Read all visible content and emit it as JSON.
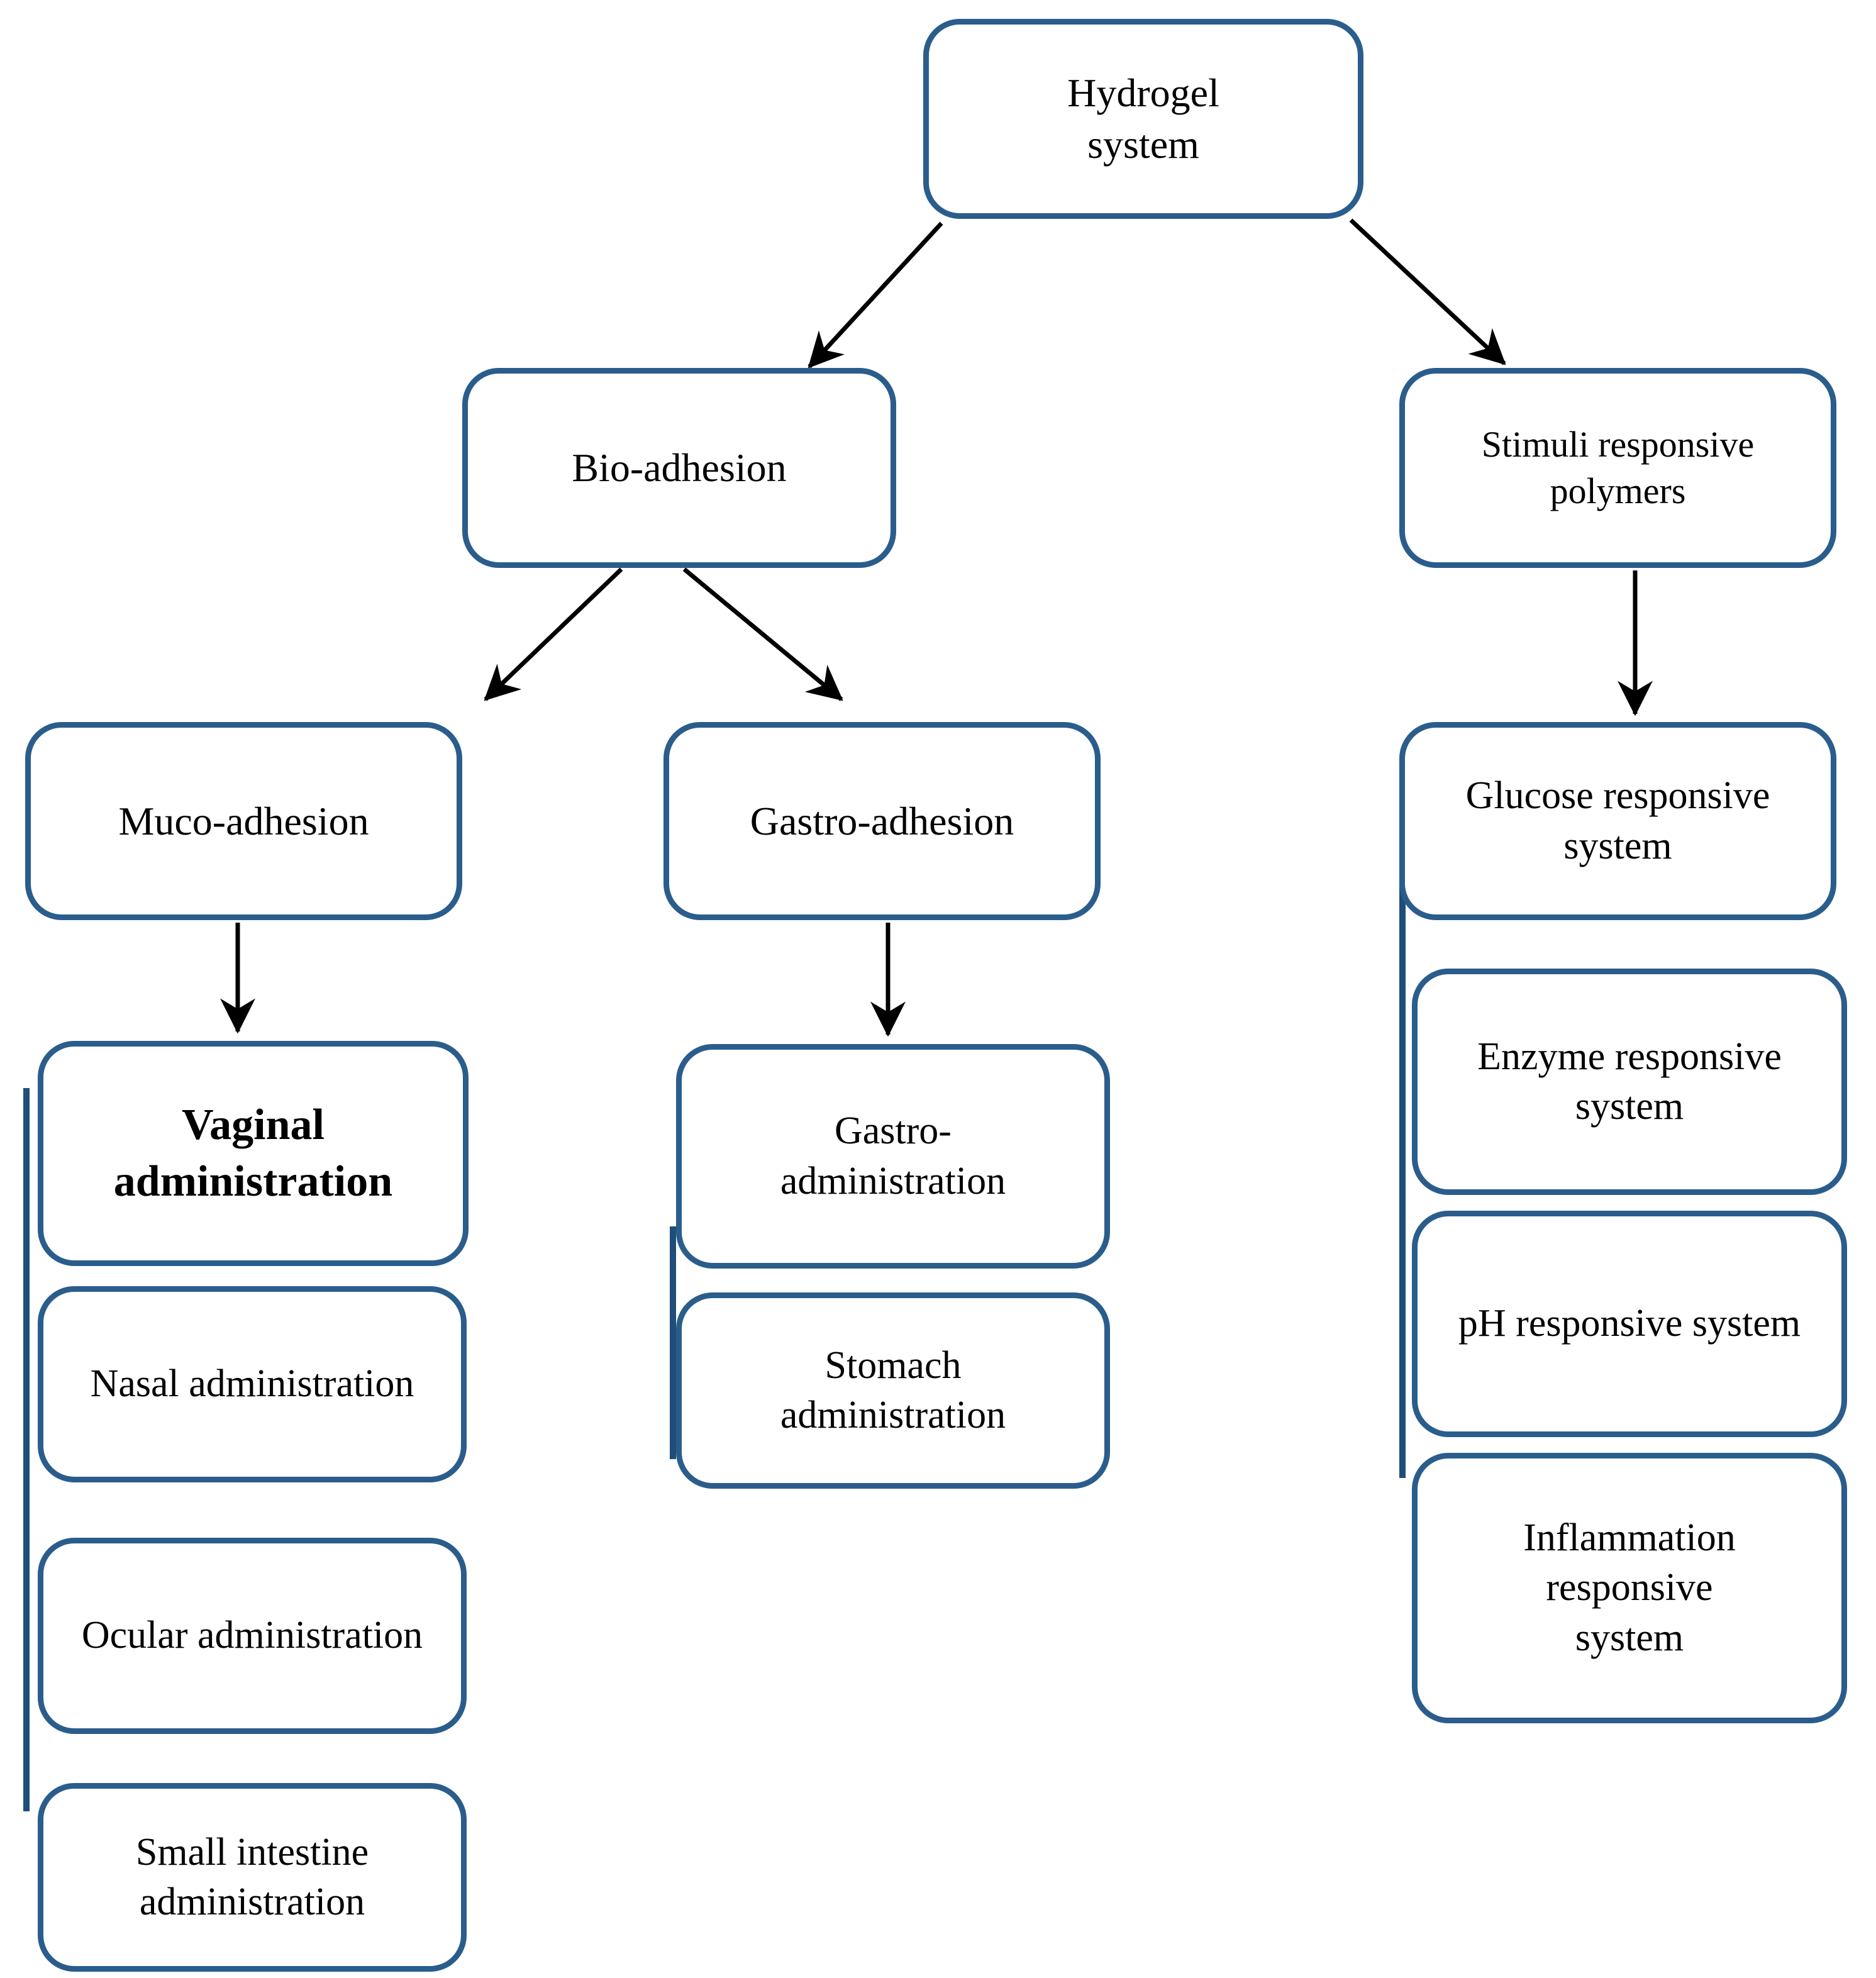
{
  "diagram": {
    "title": "Hydrogel system classification flowchart",
    "colors": {
      "box_border": "#2a5d8c",
      "bracket_line": "#1f4e79",
      "arrow": "#000000",
      "text": "#000000",
      "background": "#ffffff"
    },
    "nodes": {
      "hydrogel": {
        "label": "Hydrogel system"
      },
      "bio_adhesion": {
        "label": "Bio-adhesion"
      },
      "stimuli": {
        "label": "Stimuli responsive polymers"
      },
      "muco": {
        "label": "Muco-adhesion"
      },
      "gastro_adhesion": {
        "label": "Gastro-adhesion"
      },
      "glucose": {
        "label": "Glucose responsive system"
      },
      "vaginal": {
        "label": "Vaginal administration"
      },
      "nasal": {
        "label": "Nasal administration"
      },
      "ocular": {
        "label": "Ocular administration"
      },
      "small_intestine": {
        "label": "Small intestine administration"
      },
      "gastro_admin": {
        "label": "Gastro-administration"
      },
      "stomach": {
        "label": "Stomach administration"
      },
      "enzyme": {
        "label": "Enzyme responsive system"
      },
      "ph": {
        "label": "pH responsive system"
      },
      "inflammation": {
        "label": "Inflammation responsive system"
      }
    },
    "edges": [
      {
        "from": "hydrogel",
        "to": "bio_adhesion"
      },
      {
        "from": "hydrogel",
        "to": "stimuli"
      },
      {
        "from": "bio_adhesion",
        "to": "muco"
      },
      {
        "from": "bio_adhesion",
        "to": "gastro_adhesion"
      },
      {
        "from": "stimuli",
        "to": "glucose"
      },
      {
        "from": "muco",
        "to": "vaginal"
      },
      {
        "from": "gastro_adhesion",
        "to": "gastro_admin"
      }
    ]
  }
}
